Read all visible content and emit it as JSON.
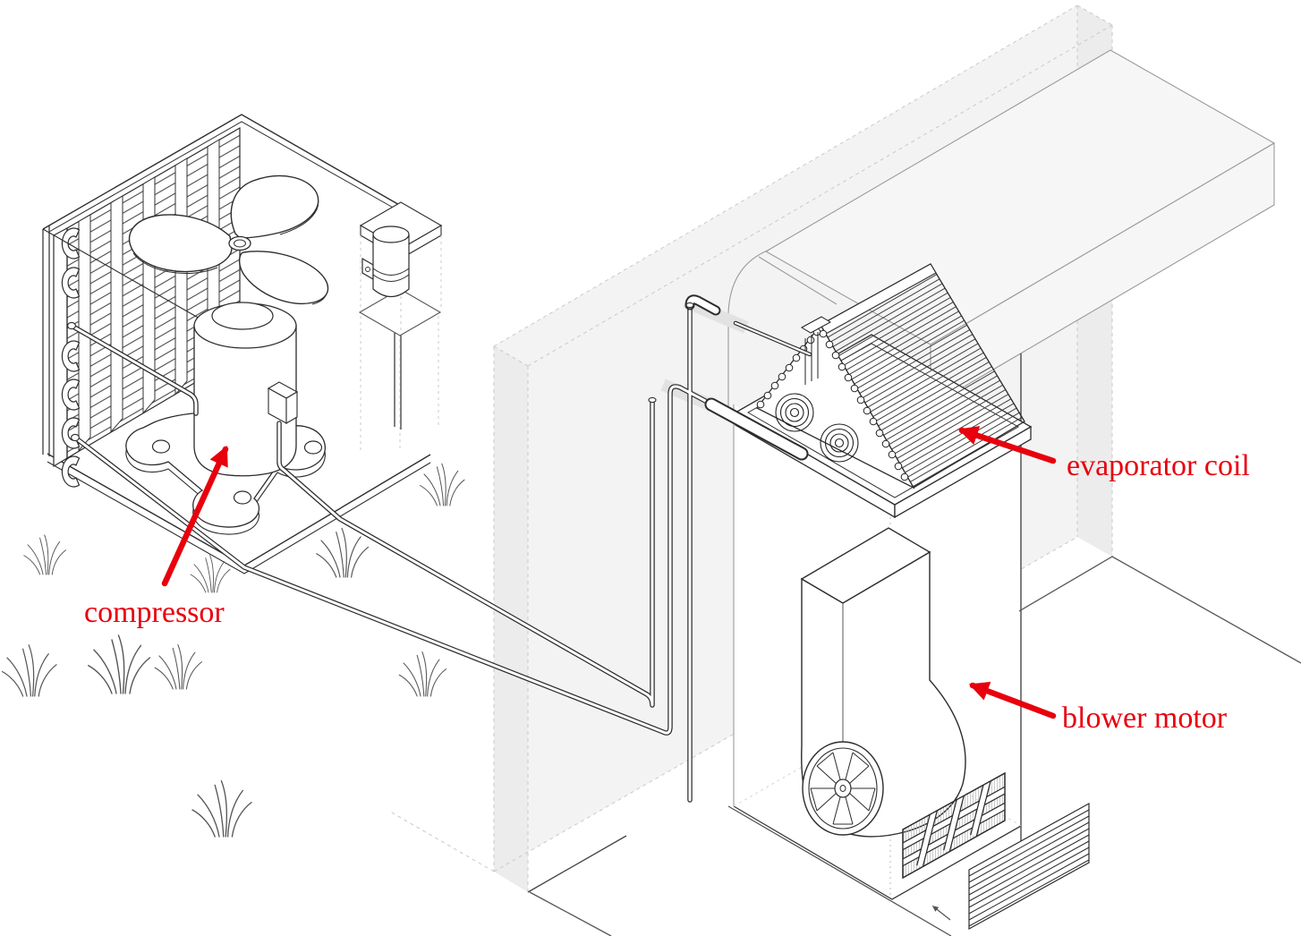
{
  "figure": {
    "subject": "Central air conditioning system cutaway illustration",
    "style": "black-and-white isometric line art with red callouts",
    "background_color": "#ffffff",
    "ink_color": "#2c2c2c",
    "label_color": "#e8000d",
    "annotations": [
      {
        "id": "compressor",
        "label": "compressor"
      },
      {
        "id": "evaporator_coil",
        "label": "evaporator coil"
      },
      {
        "id": "blower_motor",
        "label": "blower motor"
      }
    ],
    "parts": {
      "outdoor_unit": [
        "condenser-coil",
        "condenser-fan",
        "compressor",
        "run-capacitor",
        "base-pad"
      ],
      "indoor_unit": [
        "supply-plenum",
        "evaporator-a-coil",
        "drain-pan",
        "blower-duct",
        "blower-motor",
        "air-filter",
        "return-grille"
      ],
      "connections": [
        "refrigerant-line-set",
        "wall-penetration"
      ],
      "scenery": [
        "house-wall",
        "ceiling-duct",
        "ground",
        "grass"
      ]
    }
  }
}
